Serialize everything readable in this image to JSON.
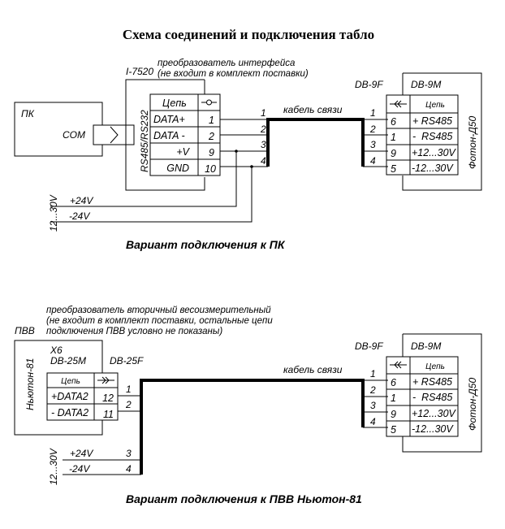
{
  "title": "Схема соединений и подключения табло",
  "variant_pc": {
    "caption": "Вариант подключения к ПК",
    "pc": {
      "label": "ПК",
      "port": "COM"
    },
    "converter": {
      "model": "I-7520",
      "note_line1": "преобразователь интерфейса",
      "note_line2": "(не входит в комплект поставки)",
      "side_label": "RS485/RS232",
      "table_header": {
        "circuit": "Цепь",
        "pin_icon": "-o-"
      },
      "rows": [
        {
          "circuit": "DATA+",
          "pin": "1"
        },
        {
          "circuit": "DATA -",
          "pin": "2"
        },
        {
          "circuit": "+V",
          "pin": "9"
        },
        {
          "circuit": "GND",
          "pin": "10"
        }
      ]
    },
    "cable": {
      "label": "кабель связи",
      "left_wires": [
        "1",
        "2",
        "3",
        "4"
      ],
      "right_wires": [
        "1",
        "2",
        "3",
        "4"
      ]
    },
    "power": {
      "range": "12...30V",
      "plus": "+24V",
      "minus": "-24V"
    },
    "display": {
      "name": "Фотон-Д50",
      "connector_f": "DB-9F",
      "connector_m": "DB-9M",
      "table_header": {
        "pin_icon": "-<<-",
        "circuit": "Цепь"
      },
      "rows": [
        {
          "pin": "6",
          "circuit": "+ RS485"
        },
        {
          "pin": "1",
          "circuit": "-  RS485"
        },
        {
          "pin": "9",
          "circuit": "+12...30V"
        },
        {
          "pin": "5",
          "circuit": "-12...30V"
        }
      ]
    }
  },
  "variant_pvv": {
    "caption": "Вариант подключения к ПВВ Ньютон-81",
    "pvv": {
      "label": "ПВВ",
      "name": "Ньютон-81",
      "note_line1": "преобразователь вторичный весоизмерительный",
      "note_line2": "(не входит в комплект поставки, остальные цепи",
      "note_line3": "подключения ПВВ условно не показаны)",
      "connector_x": "X6",
      "connector_m": "DB-25M",
      "connector_f": "DB-25F",
      "table_header": {
        "circuit": "Цепь",
        "pin_icon": "->>-"
      },
      "rows": [
        {
          "circuit": "+DATA2",
          "pin": "12"
        },
        {
          "circuit": "- DATA2",
          "pin": "11"
        }
      ]
    },
    "cable": {
      "label": "кабель связи",
      "left_wires": [
        "1",
        "2",
        "3",
        "4"
      ],
      "right_wires": [
        "1",
        "2",
        "3",
        "4"
      ]
    },
    "power": {
      "range": "12...30V",
      "plus": "+24V",
      "minus": "-24V"
    },
    "display": {
      "name": "Фотон-Д50",
      "connector_f": "DB-9F",
      "connector_m": "DB-9M",
      "table_header": {
        "pin_icon": "-<<-",
        "circuit": "Цепь"
      },
      "rows": [
        {
          "pin": "6",
          "circuit": "+ RS485"
        },
        {
          "pin": "1",
          "circuit": "-  RS485"
        },
        {
          "pin": "9",
          "circuit": "+12...30V"
        },
        {
          "pin": "5",
          "circuit": "-12...30V"
        }
      ]
    }
  }
}
